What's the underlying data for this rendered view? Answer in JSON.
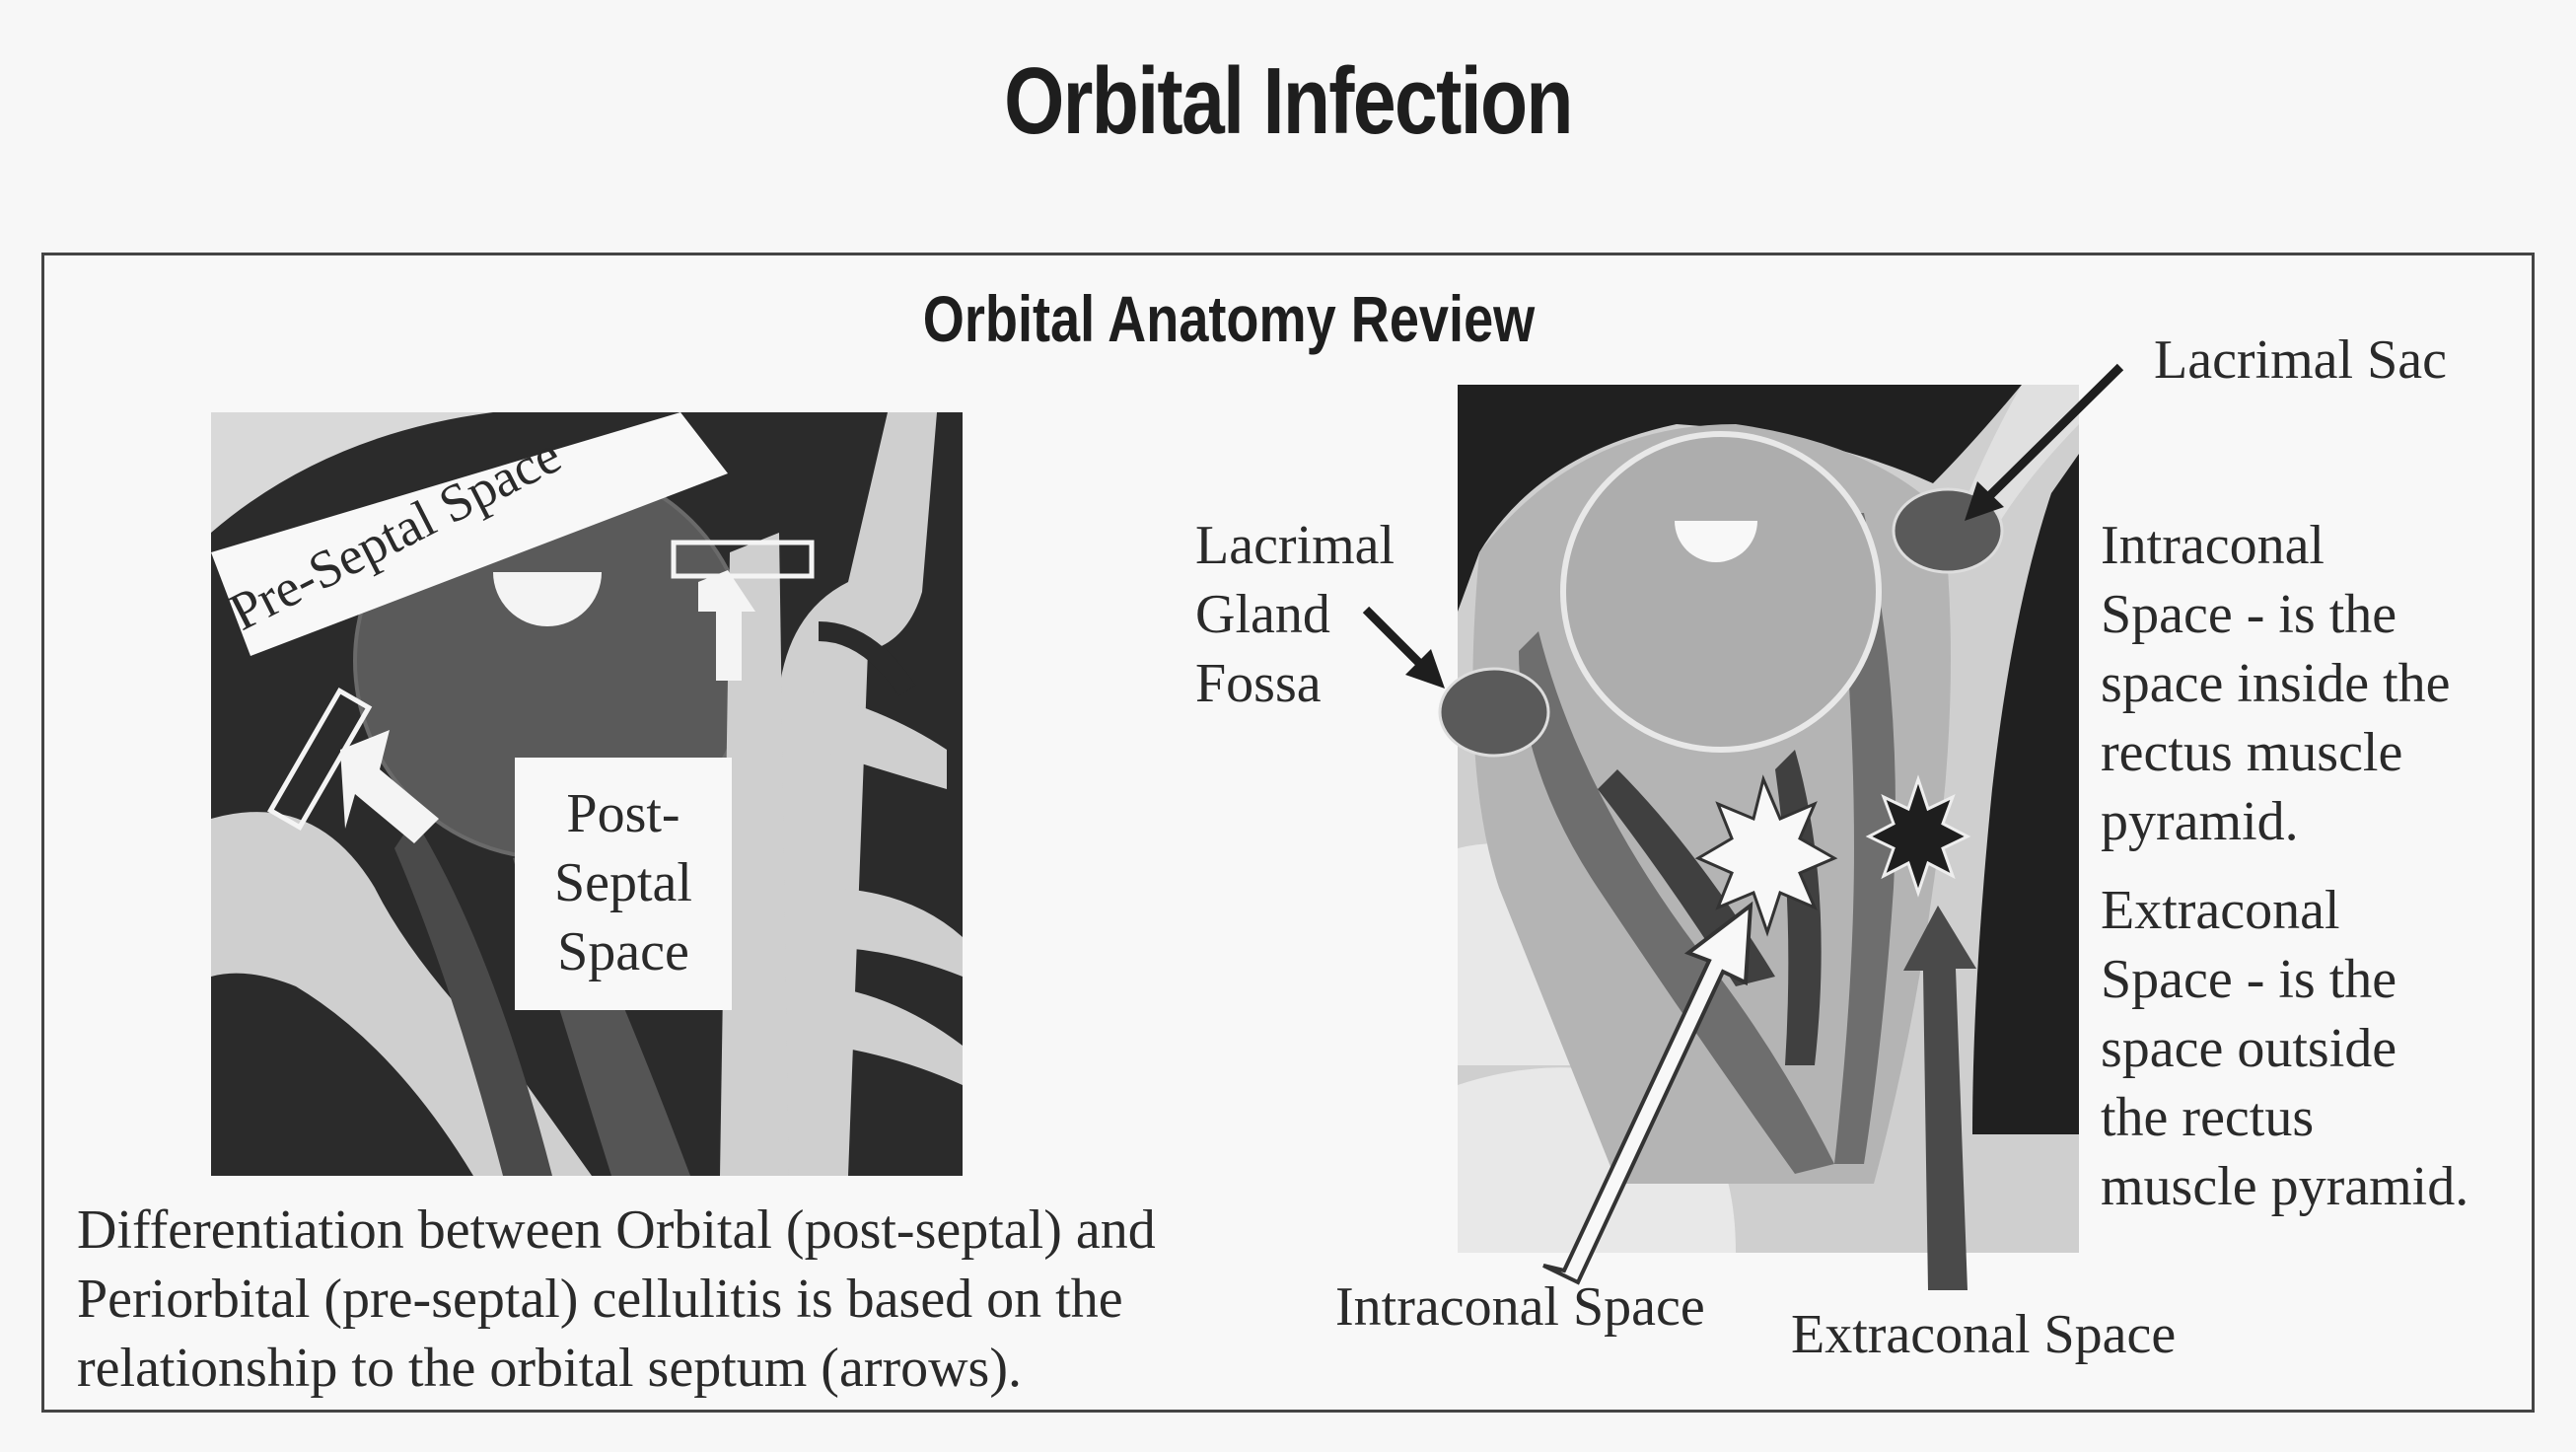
{
  "title": "Orbital Infection",
  "panel": {
    "title": "Orbital Anatomy Review",
    "left_diagram": {
      "pre_septal_label": "Pre-Septal Space",
      "post_septal_label": [
        "Post-",
        "Septal",
        "Space"
      ]
    },
    "caption": [
      "Differentiation between Orbital (post-septal) and",
      "Periorbital (pre-septal) cellulitis is based on the",
      "relationship to the orbital septum (arrows)."
    ],
    "right_diagram": {
      "lacrimal_sac": "Lacrimal Sac",
      "lacrimal_gland_fossa": [
        "Lacrimal",
        "Gland",
        "Fossa"
      ],
      "intraconal_note": [
        "Intraconal",
        "Space - is the",
        "space inside the",
        "rectus muscle",
        "pyramid."
      ],
      "extraconal_note": [
        "Extraconal",
        "Space - is the",
        "space outside",
        "the rectus",
        "muscle pyramid."
      ],
      "intraconal_arrow_label": "Intraconal Space",
      "extraconal_arrow_label": "Extraconal Space"
    }
  }
}
